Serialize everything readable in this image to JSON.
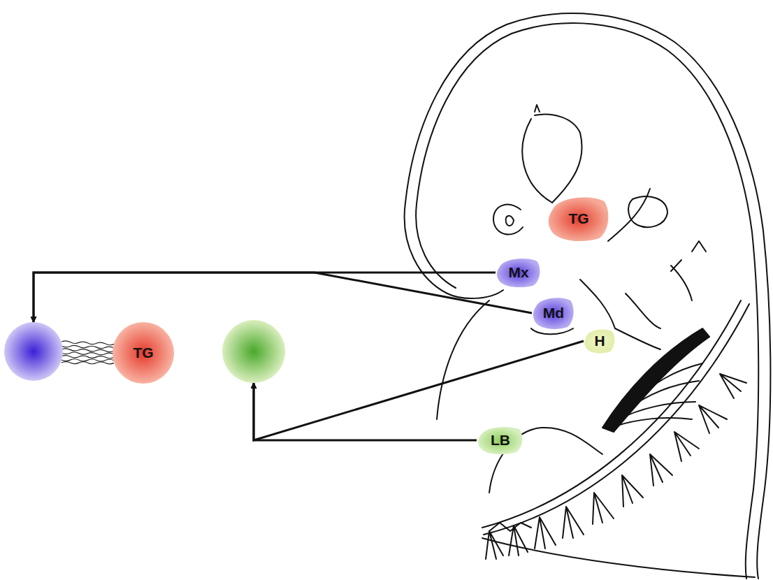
{
  "diagram": {
    "nodes": [
      {
        "text": []
      },
      {
        "text": [
          "TG"
        ]
      },
      {
        "text": []
      },
      {
        "text": [
          "TG"
        ]
      },
      {
        "text": [
          "Mx"
        ]
      },
      {
        "text": [
          "Md"
        ]
      },
      {
        "text": [
          "H"
        ]
      },
      {
        "text": [
          "LB"
        ]
      }
    ],
    "edges": [
      {
        "from": 4,
        "to": 0,
        "arrow": "to"
      },
      {
        "from": 5,
        "to": 0,
        "arrow": "to"
      },
      {
        "from": 0,
        "to": 1,
        "arrow": "none"
      },
      {
        "from": 6,
        "to": 2,
        "arrow": "to"
      },
      {
        "from": 7,
        "to": 2,
        "arrow": "to"
      }
    ]
  }
}
